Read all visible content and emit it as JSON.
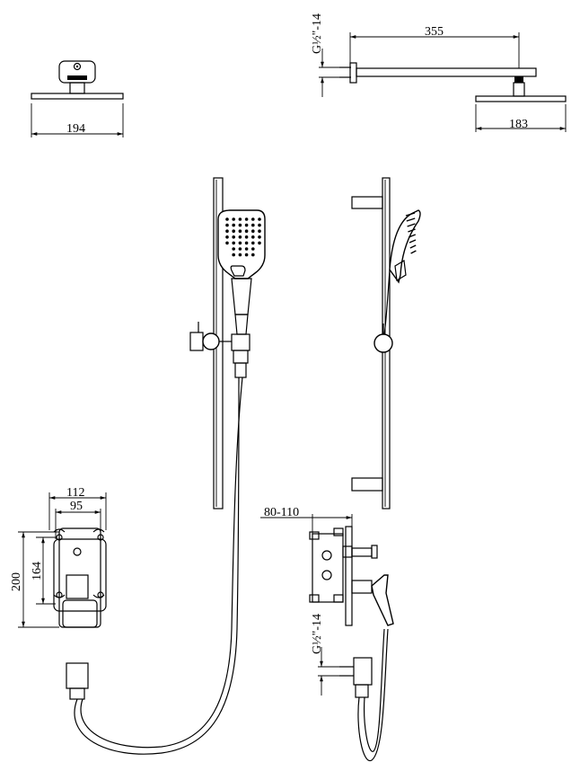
{
  "dimensions": {
    "head_plate_width": "194",
    "arm_length": "355",
    "arm_thread": "G½\"-14",
    "head_side_width": "183",
    "valve_outer_width": "112",
    "valve_inner_width": "95",
    "valve_outer_height": "200",
    "valve_inner_height": "164",
    "wall_depth": "80-110",
    "outlet_thread": "G½\"-14"
  }
}
